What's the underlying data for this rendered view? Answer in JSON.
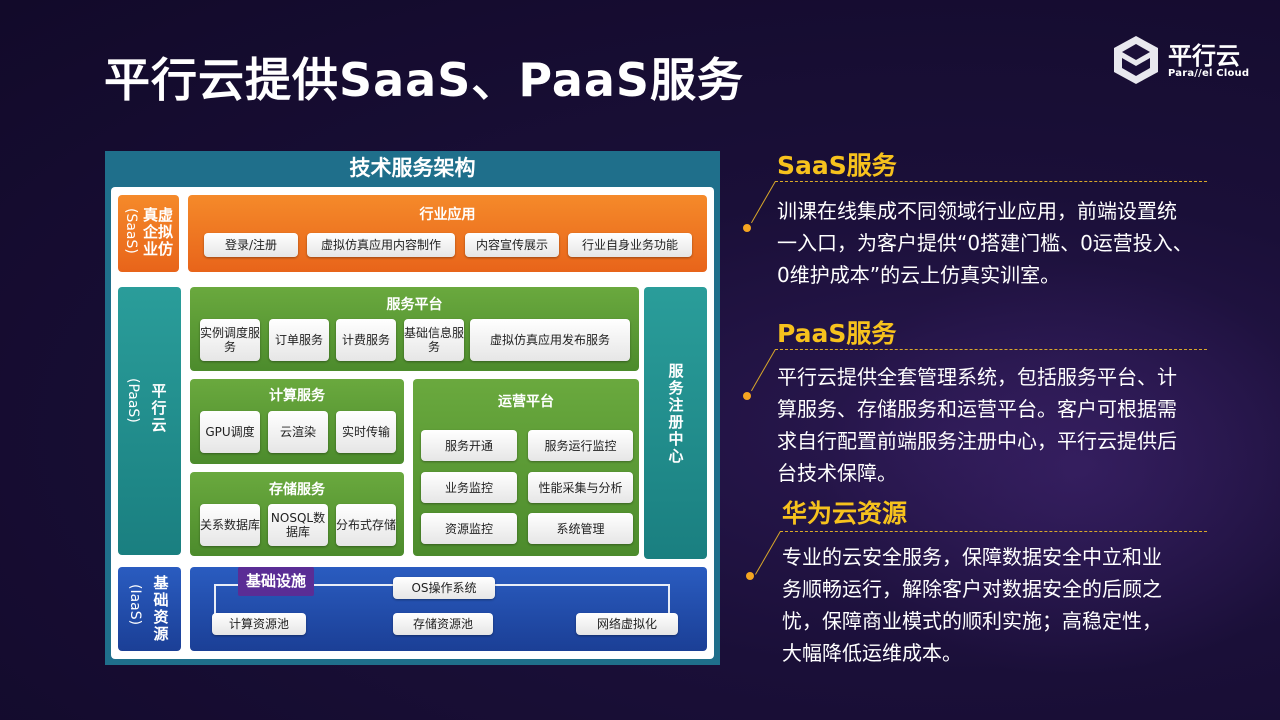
{
  "title": "平行云提供SaaS、PaaS服务",
  "logo": {
    "cn": "平行云",
    "en": "Para//el Cloud"
  },
  "diagram": {
    "title": "技术服务架构",
    "saas": {
      "side_label": "真虚企拟业仿",
      "side_sub": "(SaaS)",
      "section_title": "行业应用",
      "chips": [
        "登录/注册",
        "虚拟仿真应用内容制作",
        "内容宣传展示",
        "行业自身业务功能"
      ]
    },
    "paas": {
      "side_label": "平行云",
      "side_sub": "(PaaS)",
      "registry": "服务注册中心",
      "service_platform": {
        "title": "服务平台",
        "chips": [
          "实例调度服务",
          "订单服务",
          "计费服务",
          "基础信息服务",
          "虚拟仿真应用发布服务"
        ]
      },
      "compute": {
        "title": "计算服务",
        "chips": [
          "GPU调度",
          "云渲染",
          "实时传输"
        ]
      },
      "storage": {
        "title": "存储服务",
        "chips": [
          "关系数据库",
          "NOSQL数据库",
          "分布式存储"
        ]
      },
      "ops": {
        "title": "运营平台",
        "chips": [
          "服务开通",
          "服务运行监控",
          "业务监控",
          "性能采集与分析",
          "资源监控",
          "系统管理"
        ]
      }
    },
    "iaas": {
      "side_label": "基础资源",
      "side_sub": "(IaaS)",
      "tag": "基础设施",
      "os": "OS操作系统",
      "chips": [
        "计算资源池",
        "存储资源池",
        "网络虚拟化"
      ]
    }
  },
  "sections": [
    {
      "heading": "SaaS服务",
      "lines": [
        "训课在线集成不同领域行业应用，前端设置统",
        "一入口，为客户提供“0搭建门槛、0运营投入、",
        "0维护成本”的云上仿真实训室。"
      ]
    },
    {
      "heading": "PaaS服务",
      "lines": [
        "平行云提供全套管理系统，包括服务平台、计",
        "算服务、存储服务和运营平台。客户可根据需",
        "求自行配置前端服务注册中心，平行云提供后",
        "台技术保障。"
      ]
    },
    {
      "heading": "华为云资源",
      "lines": [
        "专业的云安全服务，保障数据安全中立和业",
        "务顺畅运行，解除客户对数据安全的后顾之",
        "忧，保障商业模式的顺利实施；高稳定性，",
        "大幅降低运维成本。"
      ]
    }
  ]
}
